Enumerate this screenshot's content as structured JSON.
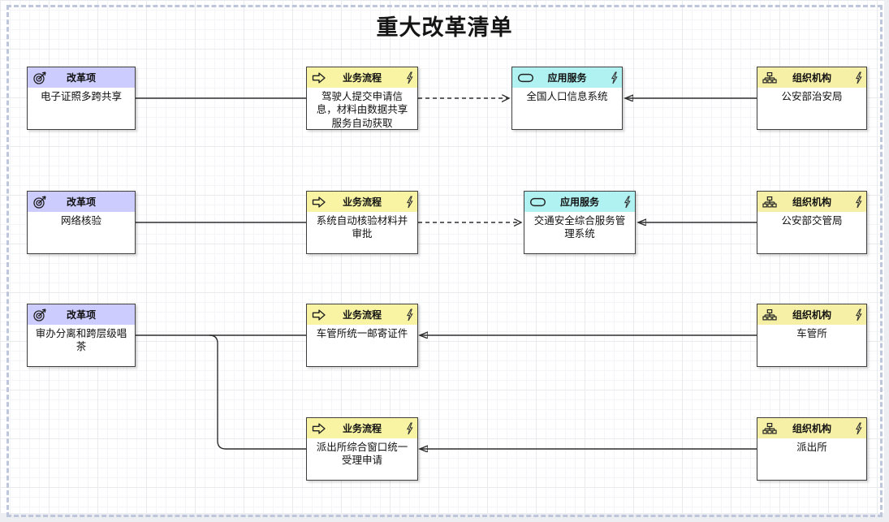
{
  "title": "重大改革清单",
  "colors": {
    "reform_item_header": "#CCCCFF",
    "business_process_header": "#F8F4A4",
    "application_service_header": "#B0F1F1",
    "organization_header": "#F6F0A6",
    "edge": "#2E2E2E",
    "page_border_dashed": "#BDC6DA",
    "box_border": "#3F3F3F"
  },
  "icons": {
    "reform_item": "target-icon",
    "business_process": "block-arrow-icon",
    "application_service": "stadium-icon",
    "organization": "org-hierarchy-icon",
    "header_right": "lightning-icon"
  },
  "nodes": [
    {
      "id": "reform-1",
      "type": "改革项",
      "name": "电子证照多跨共享"
    },
    {
      "id": "process-1",
      "type": "业务流程",
      "name": "驾驶人提交申请信息，材料由数据共享服务自动获取"
    },
    {
      "id": "service-1",
      "type": "应用服务",
      "name": "全国人口信息系统"
    },
    {
      "id": "org-1",
      "type": "组织机构",
      "name": "公安部治安局"
    },
    {
      "id": "reform-2",
      "type": "改革项",
      "name": "网络核验"
    },
    {
      "id": "process-2",
      "type": "业务流程",
      "name": "系统自动核验材料并审批"
    },
    {
      "id": "service-2",
      "type": "应用服务",
      "name": "交通安全综合服务管理系统"
    },
    {
      "id": "org-2",
      "type": "组织机构",
      "name": "公安部交管局"
    },
    {
      "id": "reform-3",
      "type": "改革项",
      "name": "审办分离和跨层级唱茶"
    },
    {
      "id": "process-3",
      "type": "业务流程",
      "name": "车管所统一邮寄证件"
    },
    {
      "id": "org-3",
      "type": "组织机构",
      "name": "车管所"
    },
    {
      "id": "process-4",
      "type": "业务流程",
      "name": "派出所综合窗口统一受理申请"
    },
    {
      "id": "org-4",
      "type": "组织机构",
      "name": "派出所"
    }
  ],
  "edges": [
    {
      "from": "reform-1",
      "to": "process-1",
      "line": "solid",
      "arrow": "none"
    },
    {
      "from": "process-1",
      "to": "service-1",
      "line": "dashed",
      "arrow": "open"
    },
    {
      "from": "org-1",
      "to": "service-1",
      "line": "solid",
      "arrow": "filled"
    },
    {
      "from": "reform-2",
      "to": "process-2",
      "line": "solid",
      "arrow": "none"
    },
    {
      "from": "process-2",
      "to": "service-2",
      "line": "dashed",
      "arrow": "open"
    },
    {
      "from": "org-2",
      "to": "service-2",
      "line": "solid",
      "arrow": "filled"
    },
    {
      "from": "reform-3",
      "to": "process-3",
      "line": "solid",
      "arrow": "none"
    },
    {
      "from": "reform-3",
      "to": "process-4",
      "line": "solid",
      "arrow": "none"
    },
    {
      "from": "org-3",
      "to": "process-3",
      "line": "solid",
      "arrow": "filled"
    },
    {
      "from": "org-4",
      "to": "process-4",
      "line": "solid",
      "arrow": "filled"
    }
  ]
}
